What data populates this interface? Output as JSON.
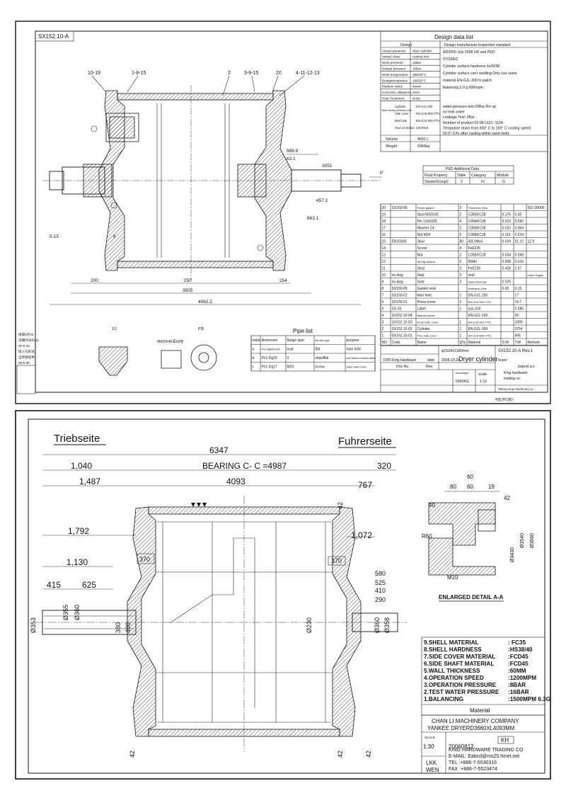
{
  "sheet1": {
    "drawing_no": "SX152.10-A",
    "design_data": {
      "title": "Design data list",
      "col1": "Design",
      "col2": "Design manufacture.Inspection standard",
      "rows": [
        {
          "label": "Vessel parametr",
          "value": "dryer cylinder"
        },
        {
          "label": "Vessel class",
          "value": "casting iron"
        },
        {
          "label": "Work pressure",
          "value": "10Bar"
        },
        {
          "label": "Design pressure",
          "value": "10Bar"
        },
        {
          "label": "Work temperature",
          "value": "186/20°C"
        },
        {
          "label": "Designtemprature",
          "value": "186/20°C"
        },
        {
          "label": "Medium name",
          "value": "steam"
        },
        {
          "label": "Corrosion allowance",
          "value": "2mm"
        },
        {
          "label": "Heat Treatment",
          "value": "None"
        }
      ],
      "notes": [
        "AD2000    July 2008 HD and PED",
        "97/23/EC",
        "Cylinder surface hardness hs36/38",
        "Cylinder surface can't welding.Only use same",
        "material EN-GJL-300 to patch",
        "balancing.2.0 g.600mpm"
      ],
      "parts_block": [
        {
          "label": "Cylinder",
          "value": "EN-GJL-300"
        },
        {
          "label": "Side cover",
          "value": "EN-GJS-500-7/TU"
        },
        {
          "label": "Man hole",
          "value": "EN-GJS-500-7/TU"
        },
        {
          "label": "Stud 12.9class",
          "value": "42CrMo4"
        }
      ],
      "parts_block_label": "Main accept pressure part",
      "test_notes": [
        "water.pressure.test:20Bar.2hr up",
        "no leak water",
        "Leakage Test: 2Bar .",
        "Number of product 02-08-1121~1124.",
        "Tempature down from 600° C to 150° C cooling speed",
        "33.5° C/hr after casting within sand mold."
      ],
      "volume_label": "Volume",
      "volume": "4650 L",
      "weight_label": "Weight",
      "weight": "5960kg"
    },
    "ped": {
      "title": "PED Additional Data",
      "headers": [
        "Fluid Property",
        "Table",
        "Category",
        "Module"
      ],
      "values": [
        "Steam/Group2",
        "2",
        "IV",
        "G"
      ]
    },
    "bom": {
      "rows": [
        [
          "20",
          "SX150-06",
          "Power gasket",
          "2",
          "Thickness 2mm",
          "",
          "",
          "ISO 28000"
        ],
        [
          "19",
          "",
          "Stud M20X35",
          "2",
          "C35EKC28",
          "0.175",
          "0.35",
          ""
        ],
        [
          "18",
          "",
          "Pin 12x6X26",
          "4",
          "C45EKC28",
          "0.023",
          "0.092",
          ""
        ],
        [
          "17",
          "",
          "Washer 24",
          "2",
          "C35EKC28",
          "0.032",
          "0.064",
          ""
        ],
        [
          "16",
          "",
          "Nut M24",
          "2",
          "C35EKC28",
          "0.112",
          "0.224",
          ""
        ],
        [
          "15",
          "EN10269",
          "Stud",
          "80",
          "42CrMo4",
          "0.639",
          "51.12",
          "12.9"
        ],
        [
          "14",
          "",
          "Screw",
          "4",
          "FeE235",
          "",
          "",
          ""
        ],
        [
          "13",
          "",
          "Nut",
          "2",
          "C35EKC28",
          "0.034",
          "0.068",
          ""
        ],
        [
          "12",
          "",
          "Spring washer",
          "2",
          "65Mn",
          "0.008",
          "0.016",
          ""
        ],
        [
          "11",
          "",
          "Stud",
          "2",
          "FeE235",
          "0.428",
          "2.57",
          ""
        ],
        [
          "10",
          "no.dwg",
          "Seal",
          "2",
          "seal",
          "",
          "",
          "buyer supply"
        ],
        [
          "9",
          "no.dwg",
          "Seal",
          "2",
          "tapecottonrope",
          "0.025",
          "",
          ""
        ],
        [
          "8",
          "SX150-05",
          "Gasket seal",
          "",
          "thickness 2mm",
          "0.05",
          "0.15",
          ""
        ],
        [
          "7",
          "SX150-02",
          "Man hole",
          "1",
          "EN-GJL-250",
          "",
          "17",
          ""
        ],
        [
          "6",
          "SX150-01",
          "Press cover",
          "2",
          "EN-GJS-500-7/TU",
          "",
          "19.7",
          ""
        ],
        [
          "5",
          "SX-03",
          "Label",
          "1",
          "sus-316",
          "",
          "0.085",
          ""
        ],
        [
          "4",
          "SX152.10-04",
          "Balance piece",
          "",
          "EN-GJL-150",
          "",
          "25",
          ""
        ],
        [
          "3",
          "SX152.10-03",
          "Driver side cover",
          "1",
          "EN-GJS-500-7/TU",
          "",
          "1095",
          ""
        ],
        [
          "2",
          "SX152.10-02",
          "Cylinder",
          "1",
          "EN-GJL-300",
          "",
          "3754",
          ""
        ],
        [
          "1",
          "SX152.10-01",
          "Free side cover",
          "1",
          "EN-GJS-500-7/TU",
          "",
          "995",
          ""
        ]
      ],
      "header": [
        "NO",
        "Code",
        "Name",
        "Q'ty",
        "Material",
        "S.W",
        "T.W",
        "Remark"
      ]
    },
    "title_block": {
      "company": "DVF-King Hardware",
      "doc_no_label": "Doc No.",
      "rev_label": "Rev.",
      "date_label": "date",
      "rev_date": "2008.10.24",
      "size": "φ1524X1380mm",
      "name": "Dryer cylinder",
      "drawing": "SX152.10-A Rev.1",
      "buyer_label": "buyer",
      "buyer_value": "papcel.a.s",
      "total_weight_label": "total weight",
      "scale_label": "scale",
      "total_weight": "5960KG",
      "scale": "1:10",
      "vendor1": "King hardware",
      "vendor2": "trading co.",
      "vendor3": "Sheng-xing machinery co.",
      "sheet_note": "4支(共1张)"
    },
    "pipe_list": {
      "title": "Pipe list",
      "headers": [
        "mark",
        "dimension",
        "flange type",
        "flat face type",
        "purpose"
      ],
      "rows": [
        [
          "a",
          "Pn1 Dg400X300",
          "oval",
          "flat",
          "man hole"
        ],
        [
          "b",
          "Pn1 Dg33",
          "3",
          "stopdflat",
          "inlet steam exhaust water"
        ],
        [
          "c",
          "Pn1 Dg17",
          "M20",
          "screw",
          "outlet water cover"
        ]
      ]
    },
    "callouts": [
      "10-19",
      "1-8-15",
      "2",
      "3-9-15",
      "20",
      "4-11-12-13"
    ],
    "dims": [
      "986.9",
      "63.1",
      "250",
      "3051",
      "200",
      "254",
      "3505",
      "4062.2",
      "663.1",
      "457.2",
      "5-15",
      "8",
      "P"
    ],
    "details": {
      "left": "1/2",
      "mid": "4M20X40深18地",
      "right": "P向"
    },
    "side_note": [
      "接缝5月15",
      "日期的号码(以",
      "08-5-15",
      "接入孔形式、",
      "全焊接提供",
      "08-5-30"
    ]
  },
  "sheet2": {
    "left_title": "Triebseite",
    "right_title": "Fuhrerseite",
    "dims": {
      "overall": "6347",
      "bearing": "BEARING C- C =4987",
      "d1040": "1,040",
      "d320": "320",
      "d1487": "1,487",
      "d4093": "4093",
      "d767": "767",
      "d1792": "1,792",
      "d1072": "1,072",
      "d1130": "1,130",
      "d415": "415",
      "d625": "625",
      "d370a": "370",
      "d370b": "370",
      "d580": "580",
      "d525": "525",
      "d410": "410",
      "d290": "290",
      "d42a": "42",
      "d42b": "42",
      "d42c": "42",
      "d42d": "42",
      "d355": "Ø355",
      "d360l": "Ø360",
      "d353": "Ø353",
      "d380": "380",
      "d480": "480",
      "d230": "Ø230",
      "d360r": "Ø360",
      "d358": "Ø358"
    },
    "detail": {
      "dims_top": [
        "60",
        "80",
        "60",
        "19",
        "40",
        "42"
      ],
      "r60": "R60",
      "m10": "M10",
      "d3430": "Ø3430",
      "d3540": "Ø3540",
      "d3660": "Ø3660",
      "caption": "ENLARGED DETAIL A-A"
    },
    "material": {
      "lines": [
        {
          "k": "9.SHELL MATERIAL",
          "v": ": FC35"
        },
        {
          "k": "8.SHELL HARDNESS",
          "v": ":HS38/40"
        },
        {
          "k": "7.SIDE COVER MATERIAL",
          "v": ":FCD45"
        },
        {
          "k": "6.SIDE SHAFT MATERIAL",
          "v": ":FCD45"
        },
        {
          "k": "5.WALL THICKNESS",
          "v": ":60MM"
        },
        {
          "k": "4.OPERATION SPEED",
          "v": ":1200MPM"
        },
        {
          "k": "3.OPERATION PRESSURE",
          "v": ":8BAR"
        },
        {
          "k": "2.TEST WATER PRESSURE",
          "v": ":16BAR"
        },
        {
          "k": "1.BALANCING",
          "v": ":1500MPM 6.3G"
        }
      ],
      "title": "Material"
    },
    "title_block": {
      "company": "CHAN LI MACHINERY COMPANY",
      "product": "YANKEE DRYERD3660XL4093MM",
      "scale_label": "SCALE",
      "scale": "1:30",
      "date": "20060812",
      "logo": "KH",
      "vendor": "KING HARDWARE TRADING CO",
      "email": "E-MAIL: Eabcd@ms25.hinet.net",
      "tel": "TEL  :+886-7-5530316",
      "fax": "FAX :+886-7-5523474",
      "drawn": "LKK",
      "checked": "WEN"
    }
  }
}
